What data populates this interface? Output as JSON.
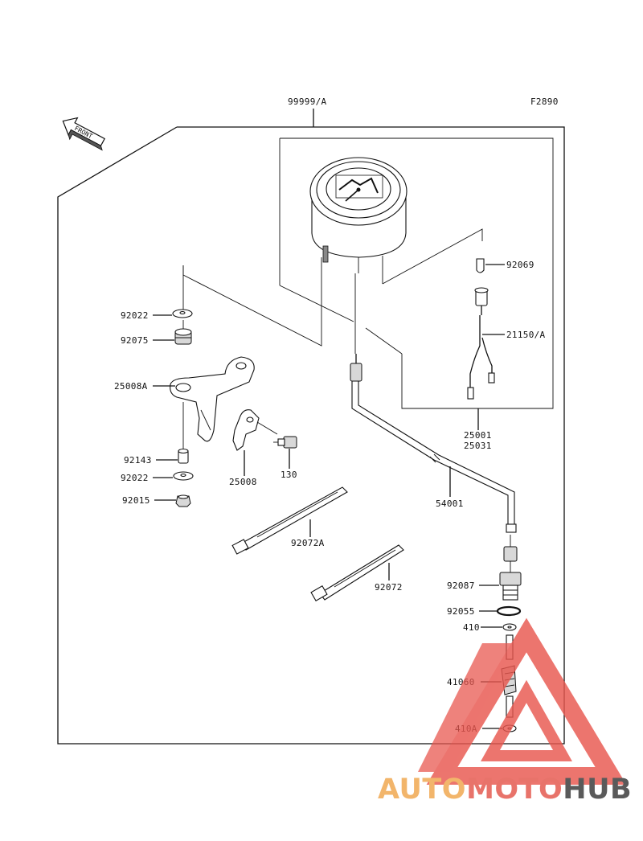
{
  "figure_code": "F2890",
  "front_marker": "FRONT",
  "assembly_ref": "99999/A",
  "labels": {
    "p92069": "92069",
    "p21150A": "21150/A",
    "p92022_top": "92022",
    "p92075": "92075",
    "p25008A": "25008A",
    "p92143": "92143",
    "p92022_bot": "92022",
    "p92015": "92015",
    "p25008": "25008",
    "p130": "130",
    "p25001": "25001",
    "p25031": "25031",
    "p54001": "54001",
    "p92072A": "92072A",
    "p92072": "92072",
    "p92087": "92087",
    "p92055": "92055",
    "p410": "410",
    "p41060": "41060",
    "p410A": "410A"
  },
  "watermark": {
    "part1": "AUTO",
    "part2": "MOTO",
    "part3": "HUB",
    "color_auto": "#f2b56b",
    "color_moto": "#e8736a",
    "color_hub": "#5a5a5a",
    "triangle_color": "#e8574f"
  }
}
